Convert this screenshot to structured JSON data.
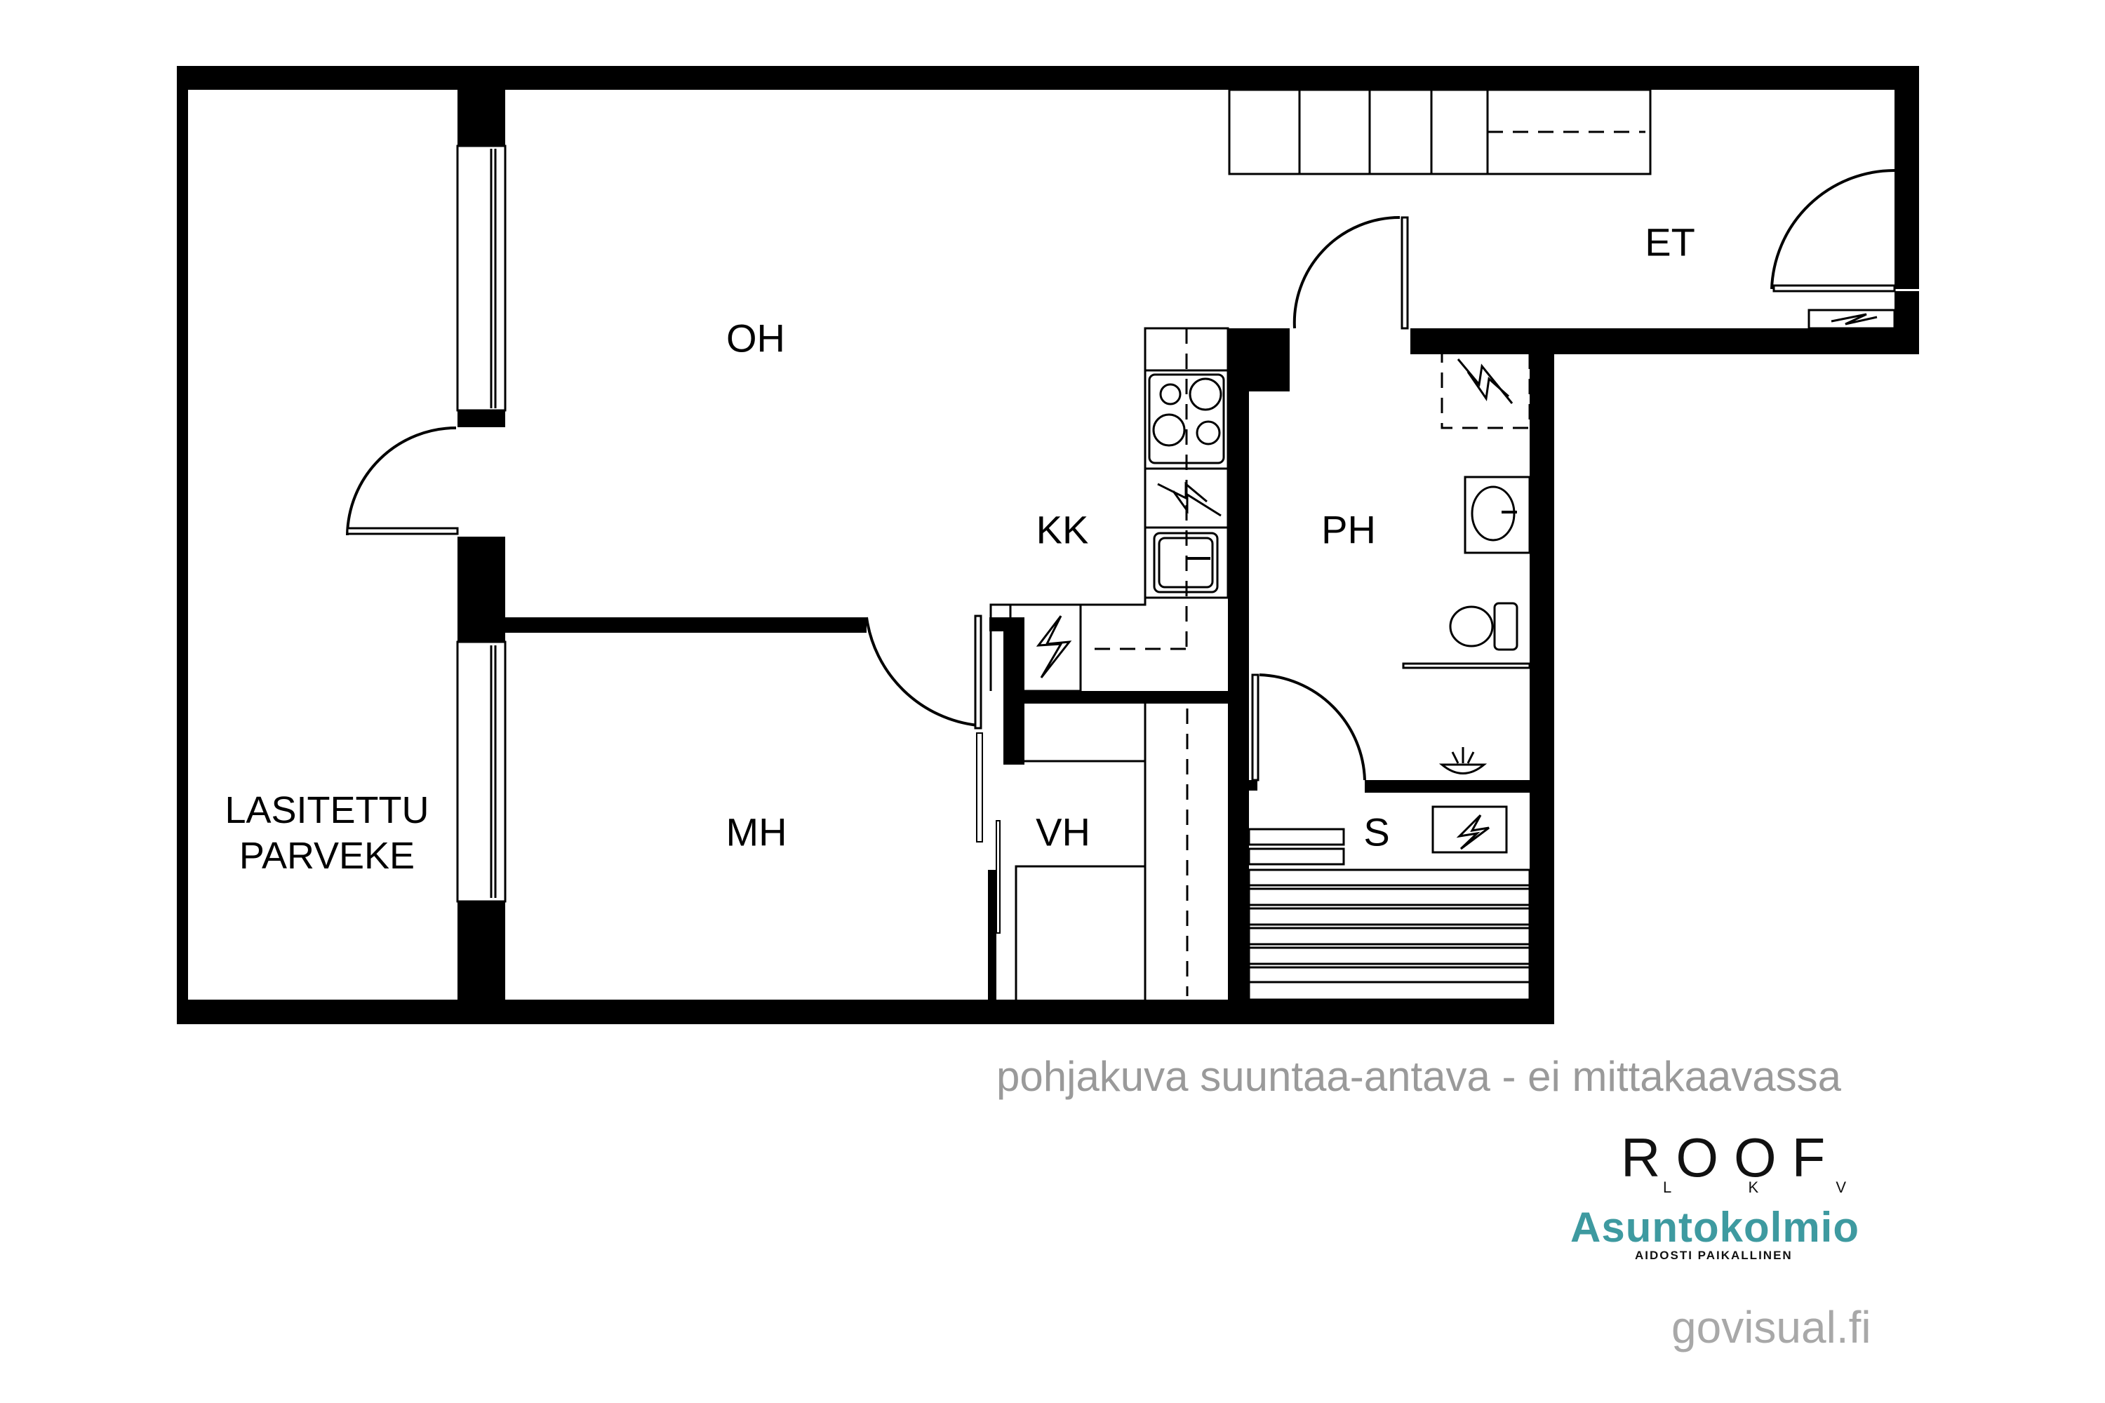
{
  "floorplan": {
    "rooms": {
      "oh": "OH",
      "kk": "KK",
      "ph": "PH",
      "et": "ET",
      "mh": "MH",
      "vh": "VH",
      "s": "S",
      "balcony_line1": "LASITETTU",
      "balcony_line2": "PARVEKE"
    },
    "symbols": [
      "stove-icon",
      "electric-outlet-icon",
      "kitchen-sink-icon",
      "washbasin-icon",
      "toilet-icon",
      "sauna-heater-icon",
      "floor-drain-icon",
      "staircase"
    ],
    "colors": {
      "wall": "#000000",
      "background": "#ffffff"
    }
  },
  "footer": {
    "disclaimer": "pohjakuva suuntaa-antava - ei mittakaavassa",
    "roof_logo": "ROOF",
    "roof_sub": "L K V",
    "asunto_logo": "Asuntokolmio",
    "asunto_tagline": "AIDOSTI PAIKALLINEN",
    "govisual": "govisual.fi",
    "colors": {
      "disclaimer": "#9a9a9a",
      "asunto": "#3e9aa0",
      "govisual": "#a8a8a8"
    }
  }
}
